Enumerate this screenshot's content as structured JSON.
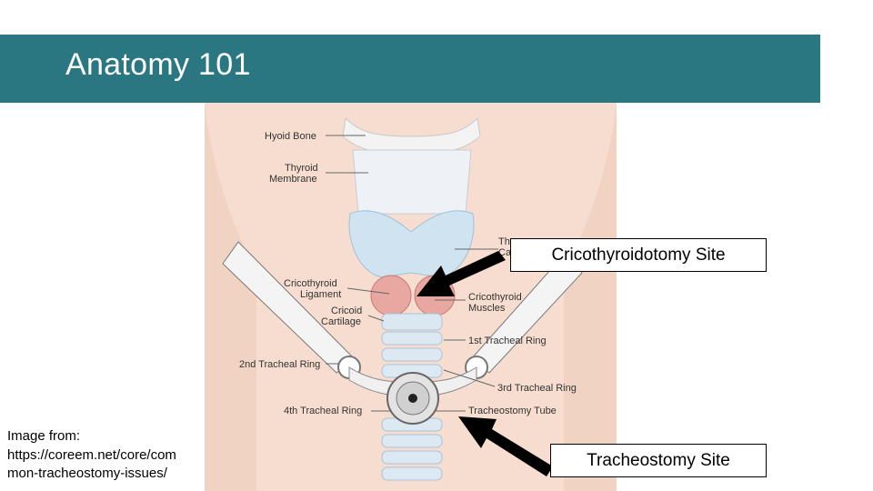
{
  "slide": {
    "title": "Anatomy 101",
    "colors": {
      "title_bar": "#2a7782",
      "title_text": "#ffffff"
    }
  },
  "diagram": {
    "labels": {
      "hyoid_bone": "Hyoid Bone",
      "thyroid_membrane_1": "Thyroid",
      "thyroid_membrane_2": "Membrane",
      "thyroid_cartilage_partial_1": "Th",
      "thyroid_cartilage_partial_2": "Ca",
      "cricothyroid_ligament_1": "Cricothyroid",
      "cricothyroid_ligament_2": "Ligament",
      "cricoid_cartilage_1": "Cricoid",
      "cricoid_cartilage_2": "Cartilage",
      "cricothyroid_muscles_1": "Cricothyroid",
      "cricothyroid_muscles_2": "Muscles",
      "first_tracheal_ring": "1st Tracheal Ring",
      "second_tracheal_ring": "2nd Tracheal Ring",
      "third_tracheal_ring": "3rd Tracheal Ring",
      "fourth_tracheal_ring": "4th Tracheal Ring",
      "tracheostomy_tube": "Tracheostomy Tube"
    },
    "icons": [
      "arrow-icon"
    ]
  },
  "callouts": {
    "cricothyroidotomy": "Cricothyroidotomy Site",
    "tracheostomy": "Tracheostomy Site"
  },
  "credit": {
    "line1": "Image from:",
    "line2": "https://coreem.net/core/com",
    "line3": "mon-tracheostomy-issues/"
  }
}
